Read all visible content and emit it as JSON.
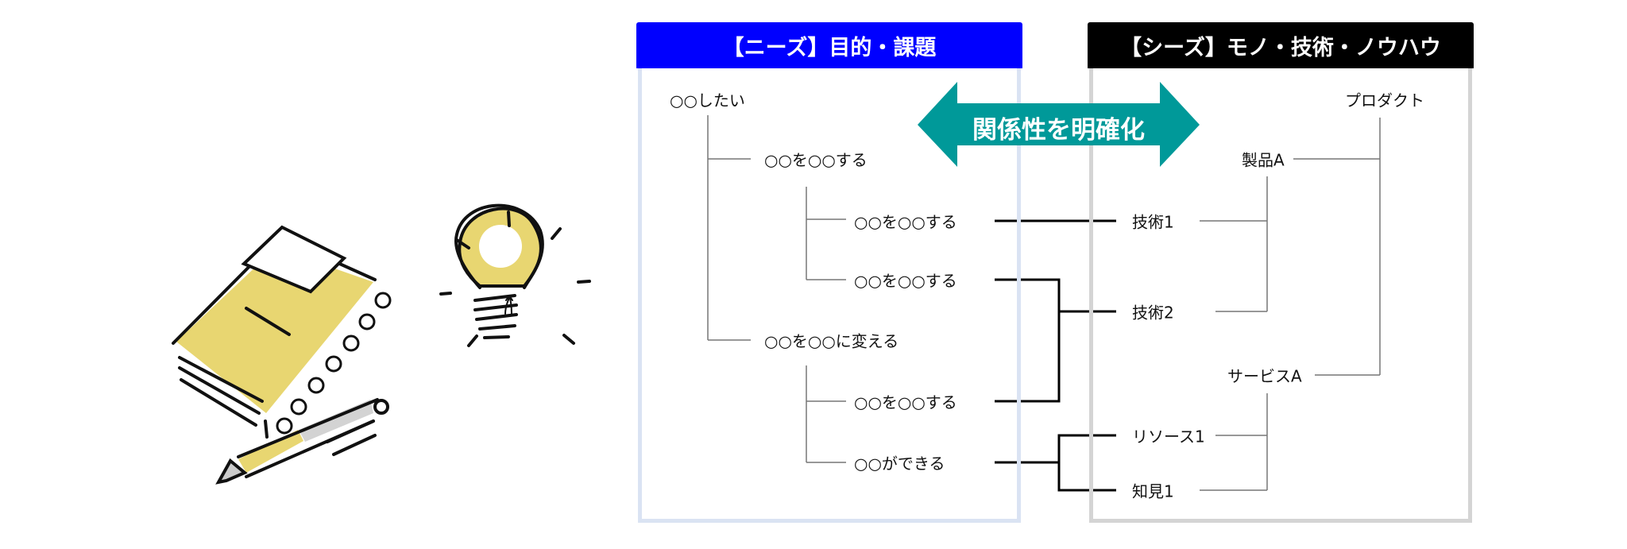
{
  "colors": {
    "needs": "#0000ff",
    "seeds": "#000000",
    "arrow": "#009999",
    "needs_border": "#dae3f3",
    "seeds_border": "#d4d4d4",
    "illustration": "#e8d671"
  },
  "needs": {
    "title": "【ニーズ】目的・課題",
    "root": "○○したい",
    "items": [
      "○○を○○する",
      "○○を○○する",
      "○○を○○する",
      "○○を○○に変える",
      "○○を○○する",
      "○○ができる"
    ]
  },
  "seeds": {
    "title": "【シーズ】モノ・技術・ノウハウ",
    "root": "プロダクト",
    "items": [
      "製品A",
      "技術1",
      "技術2",
      "サービスA",
      "リソース1",
      "知見1"
    ]
  },
  "arrow": {
    "label": "関係性を明確化"
  },
  "illustration": {
    "icons": [
      "notebook-icon",
      "pen-icon",
      "lightbulb-icon"
    ]
  }
}
